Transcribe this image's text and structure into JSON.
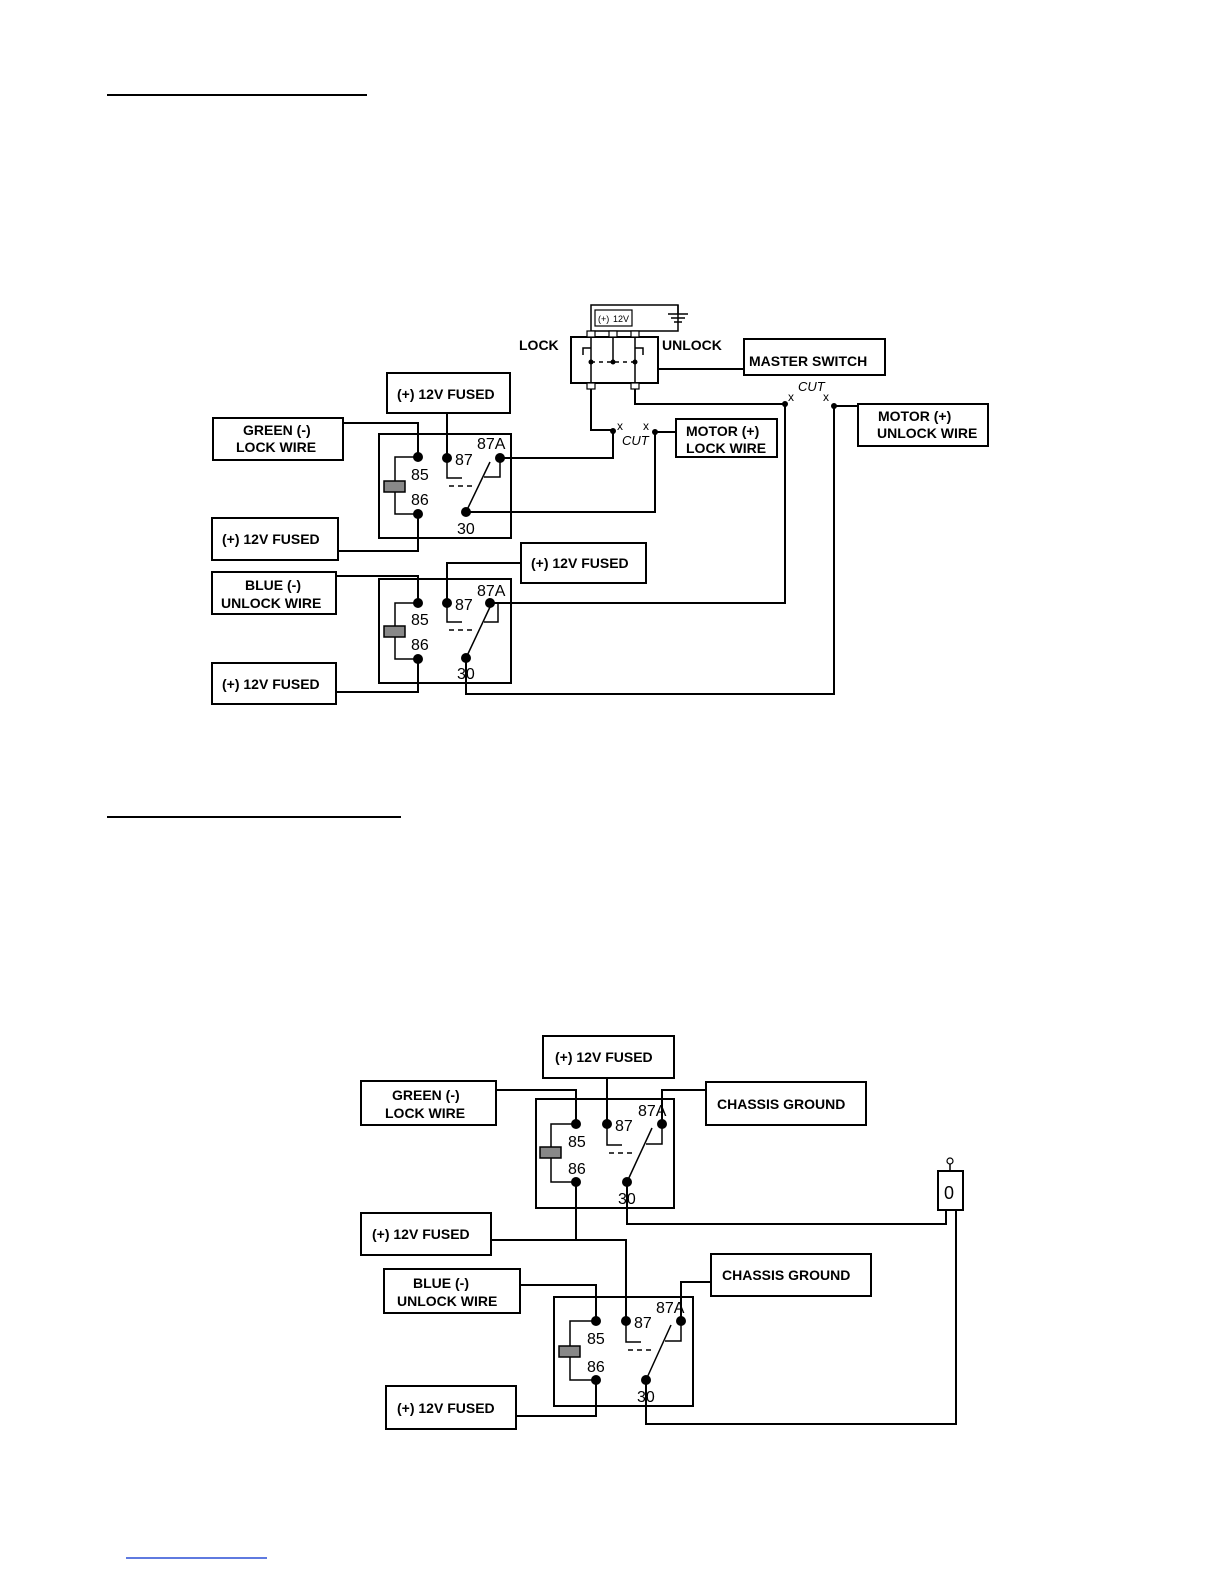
{
  "diagram1": {
    "pin_labels": [
      "85",
      "86",
      "87",
      "87A",
      "30"
    ],
    "switch": {
      "plus_label": "(+)",
      "v_label": "12V",
      "lock_label": "LOCK",
      "unlock_label": "UNLOCK",
      "name": "MASTER  SWITCH"
    },
    "boxes": {
      "fused_top": "(+) 12V FUSED",
      "green_1": "GREEN (-)",
      "green_2": "LOCK WIRE",
      "fused_left1": "(+) 12V FUSED",
      "motor_lock_1": "MOTOR (+)",
      "motor_lock_2": "LOCK WIRE",
      "motor_unlock_1": "MOTOR (+)",
      "motor_unlock_2": "UNLOCK WIRE",
      "fused_mid": "(+) 12V FUSED",
      "blue_1": "BLUE (-)",
      "blue_2": "UNLOCK WIRE",
      "fused_left2": "(+) 12V FUSED"
    },
    "cut_label": "CUT",
    "x_mark": "x"
  },
  "diagram2": {
    "pin_labels": [
      "85",
      "86",
      "87",
      "87A",
      "30"
    ],
    "boxes": {
      "fused_top": "(+) 12V FUSED",
      "green_1": "GREEN (-)",
      "green_2": "LOCK WIRE",
      "chassis1": "CHASSIS GROUND",
      "fused_left1": "(+) 12V FUSED",
      "blue_1": "BLUE (-)",
      "blue_2": "UNLOCK WIRE",
      "chassis2": "CHASSIS GROUND",
      "fused_left2": "(+) 12V FUSED"
    },
    "motor_symbol": "0"
  }
}
